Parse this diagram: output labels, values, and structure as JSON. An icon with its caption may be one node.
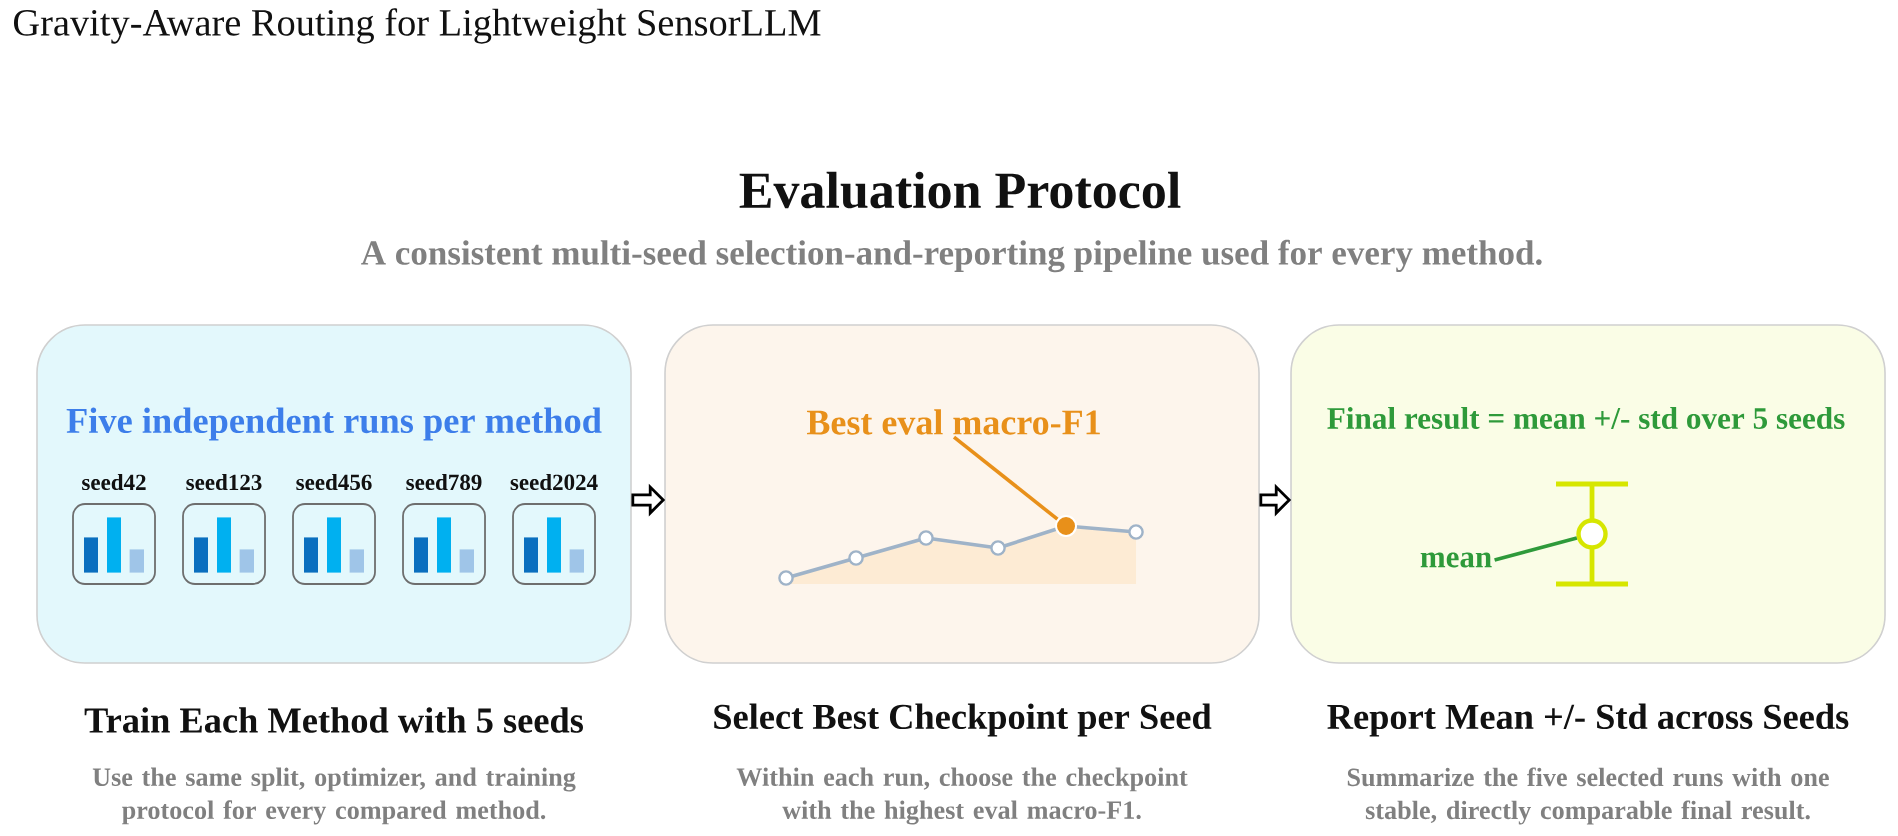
{
  "diagram": {
    "title": "Evaluation Protocol",
    "nodes": [
      {
        "text": [
          "Five independent runs per method",
          "Train Each Method with 5 seeds"
        ],
        "beside": [
          "Use the same split, optimizer, and training protocol for every compared method."
        ]
      },
      {
        "text": [
          "seed42"
        ],
        "in": 0
      },
      {
        "text": [
          "seed123"
        ],
        "in": 0
      },
      {
        "text": [
          "seed456"
        ],
        "in": 0
      },
      {
        "text": [
          "seed789"
        ],
        "in": 0
      },
      {
        "text": [
          "seed2024"
        ],
        "in": 0
      },
      {
        "text": [
          "Select Best Checkpoint per Seed"
        ],
        "beside": [
          "Within each run, choose the checkpoint with the highest eval macro-F1."
        ]
      },
      {
        "text": [
          "Best eval macro-F1"
        ],
        "in": 6
      },
      {
        "text": [],
        "shape": "circle",
        "in": 6
      },
      {
        "text": [
          "Final result = mean +/- std over 5 seeds",
          "Report Mean +/- Std across Seeds"
        ],
        "beside": [
          "Summarize the five selected runs with one stable, directly comparable final result."
        ]
      },
      {
        "text": [
          "mean"
        ],
        "in": 9
      },
      {
        "text": [],
        "shape": "circle",
        "in": 9
      }
    ],
    "edges": [
      {
        "from": 0,
        "to": 6,
        "arrow": "to"
      },
      {
        "from": 6,
        "to": 9,
        "arrow": "to"
      },
      {
        "from": 7,
        "to": 8,
        "arrow": "none",
        "color": "#e8901a"
      },
      {
        "from": 10,
        "to": 11,
        "arrow": "none",
        "color": "#2e9a3a"
      }
    ],
    "labels": [
      "Gravity-Aware Routing for Lightweight SensorLLM",
      "A consistent multi-seed selection-and-reporting pipeline used for every method."
    ]
  }
}
